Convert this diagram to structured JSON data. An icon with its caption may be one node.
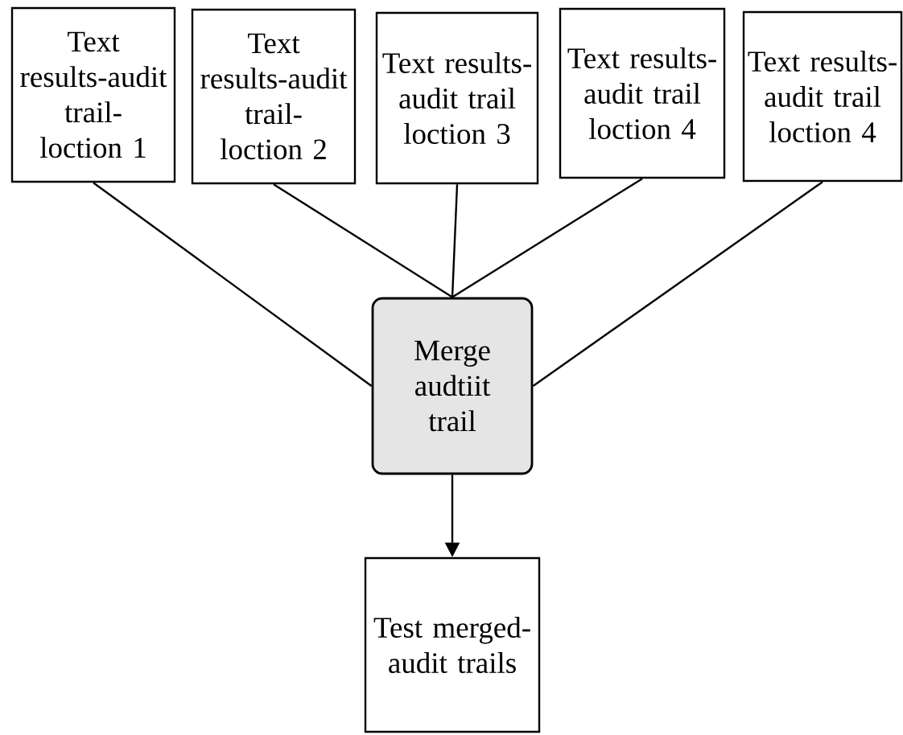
{
  "diagram": {
    "nodes": [
      {
        "text": [
          "Text results-audit trail-loction 1"
        ]
      },
      {
        "text": [
          "Text results-audit trail-loction 2"
        ]
      },
      {
        "text": [
          "Text results-audit trail loction 3"
        ]
      },
      {
        "text": [
          "Text results-audit trail loction 4"
        ]
      },
      {
        "text": [
          "Text results-audit trail loction 4"
        ]
      },
      {
        "text": [
          "Merge audtiit trail"
        ]
      },
      {
        "text": [
          "Test merged-audit trails"
        ]
      }
    ],
    "edges": [
      {
        "from": 0,
        "to": 5,
        "arrow": "none"
      },
      {
        "from": 1,
        "to": 5,
        "arrow": "none"
      },
      {
        "from": 2,
        "to": 5,
        "arrow": "none"
      },
      {
        "from": 3,
        "to": 5,
        "arrow": "none"
      },
      {
        "from": 4,
        "to": 5,
        "arrow": "none"
      },
      {
        "from": 5,
        "to": 6,
        "arrow": "to"
      }
    ]
  }
}
